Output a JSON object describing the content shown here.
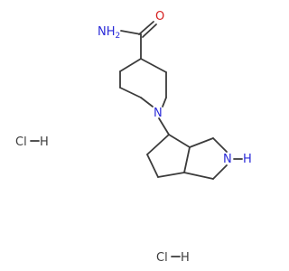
{
  "labels": {
    "carboxamide_O": "O",
    "carboxamide_NH2": "NH",
    "carboxamide_NH2_sub": "2",
    "piperidine_N": "N",
    "pyrrolidine_N": "N",
    "pyrrolidine_H": "H",
    "salt_1_Cl": "Cl",
    "salt_1_H": "H",
    "salt_2_Cl": "Cl",
    "salt_2_H": "H"
  },
  "colors": {
    "bond": "#3b3b3b",
    "nitrogen": "#2a2ad8",
    "oxygen": "#d62020",
    "carbon_label": "#3b3b3b"
  }
}
